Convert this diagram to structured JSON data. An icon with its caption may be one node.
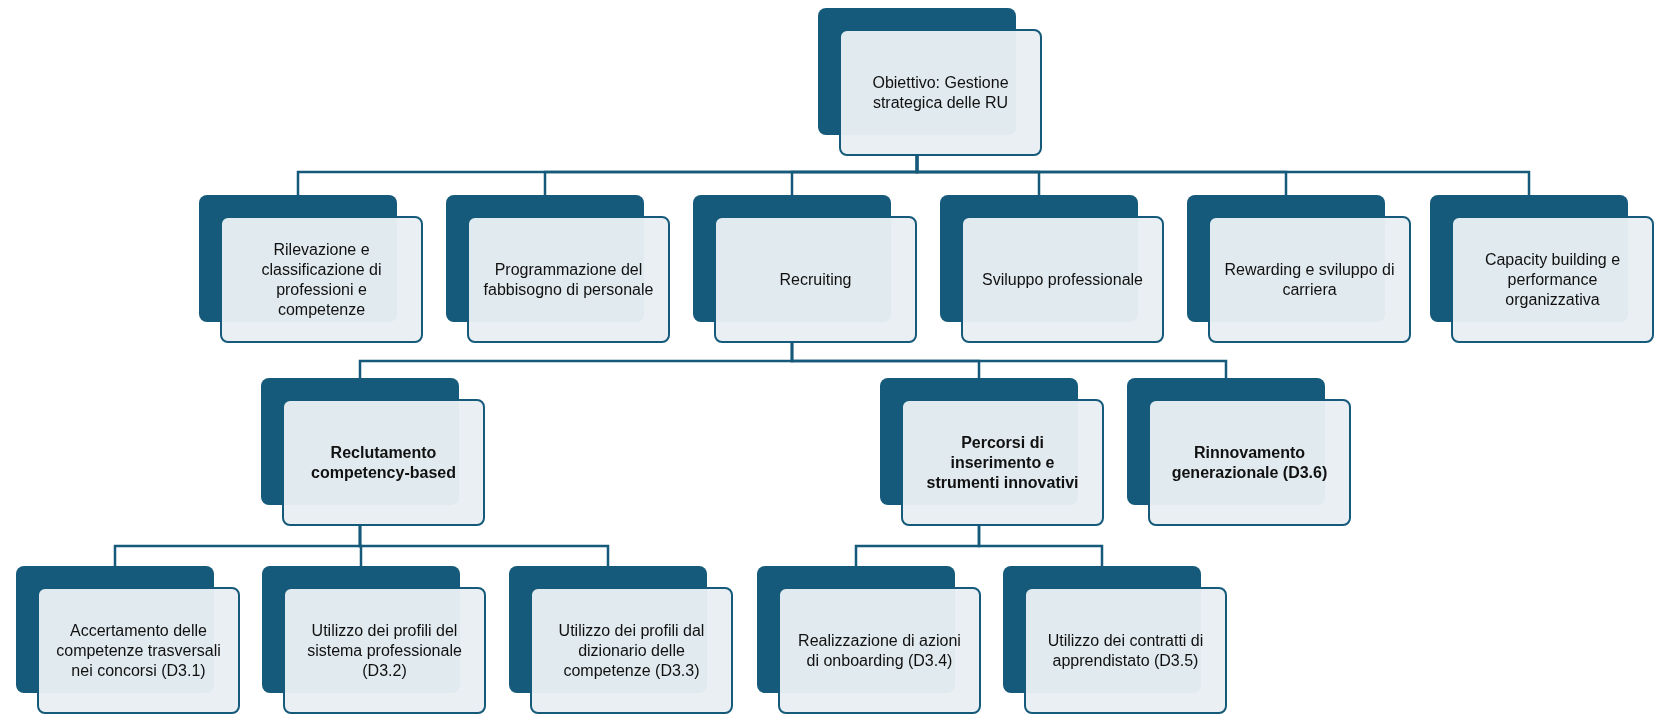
{
  "diagram": {
    "nodes": [
      {
        "text": [
          "Obiettivo: Gestione strategica delle RU"
        ]
      },
      {
        "text": [
          "Rilevazione e classificazione di professioni e competenze"
        ]
      },
      {
        "text": [
          "Programmazione del fabbisogno di personale"
        ]
      },
      {
        "text": [
          "Recruiting"
        ]
      },
      {
        "text": [
          "Sviluppo professionale"
        ]
      },
      {
        "text": [
          "Rewarding e sviluppo di carriera"
        ]
      },
      {
        "text": [
          "Capacity building e performance organizzativa"
        ]
      },
      {
        "text": [
          "Reclutamento competency-based"
        ]
      },
      {
        "text": [
          "Percorsi di inserimento e strumenti innovativi"
        ]
      },
      {
        "text": [
          "Rinnovamento generazionale (D3.6)"
        ]
      },
      {
        "text": [
          "Accertamento delle competenze trasversali nei concorsi (D3.1)"
        ]
      },
      {
        "text": [
          "Utilizzo dei profili del sistema professionale (D3.2)"
        ]
      },
      {
        "text": [
          "Utilizzo dei profili dal dizionario delle competenze (D3.3)"
        ]
      },
      {
        "text": [
          "Realizzazione di azioni di onboarding (D3.4)"
        ]
      },
      {
        "text": [
          "Utilizzo dei contratti di apprendistato (D3.5)"
        ]
      }
    ],
    "edges": [
      {
        "from": 0,
        "to": 1,
        "arrow": "none"
      },
      {
        "from": 0,
        "to": 2,
        "arrow": "none"
      },
      {
        "from": 0,
        "to": 3,
        "arrow": "none"
      },
      {
        "from": 0,
        "to": 4,
        "arrow": "none"
      },
      {
        "from": 0,
        "to": 5,
        "arrow": "none"
      },
      {
        "from": 0,
        "to": 6,
        "arrow": "none"
      },
      {
        "from": 3,
        "to": 7,
        "arrow": "none"
      },
      {
        "from": 3,
        "to": 8,
        "arrow": "none"
      },
      {
        "from": 3,
        "to": 9,
        "arrow": "none"
      },
      {
        "from": 7,
        "to": 10,
        "arrow": "none"
      },
      {
        "from": 7,
        "to": 11,
        "arrow": "none"
      },
      {
        "from": 7,
        "to": 12,
        "arrow": "none"
      },
      {
        "from": 8,
        "to": 13,
        "arrow": "none"
      },
      {
        "from": 8,
        "to": 14,
        "arrow": "none"
      }
    ]
  }
}
